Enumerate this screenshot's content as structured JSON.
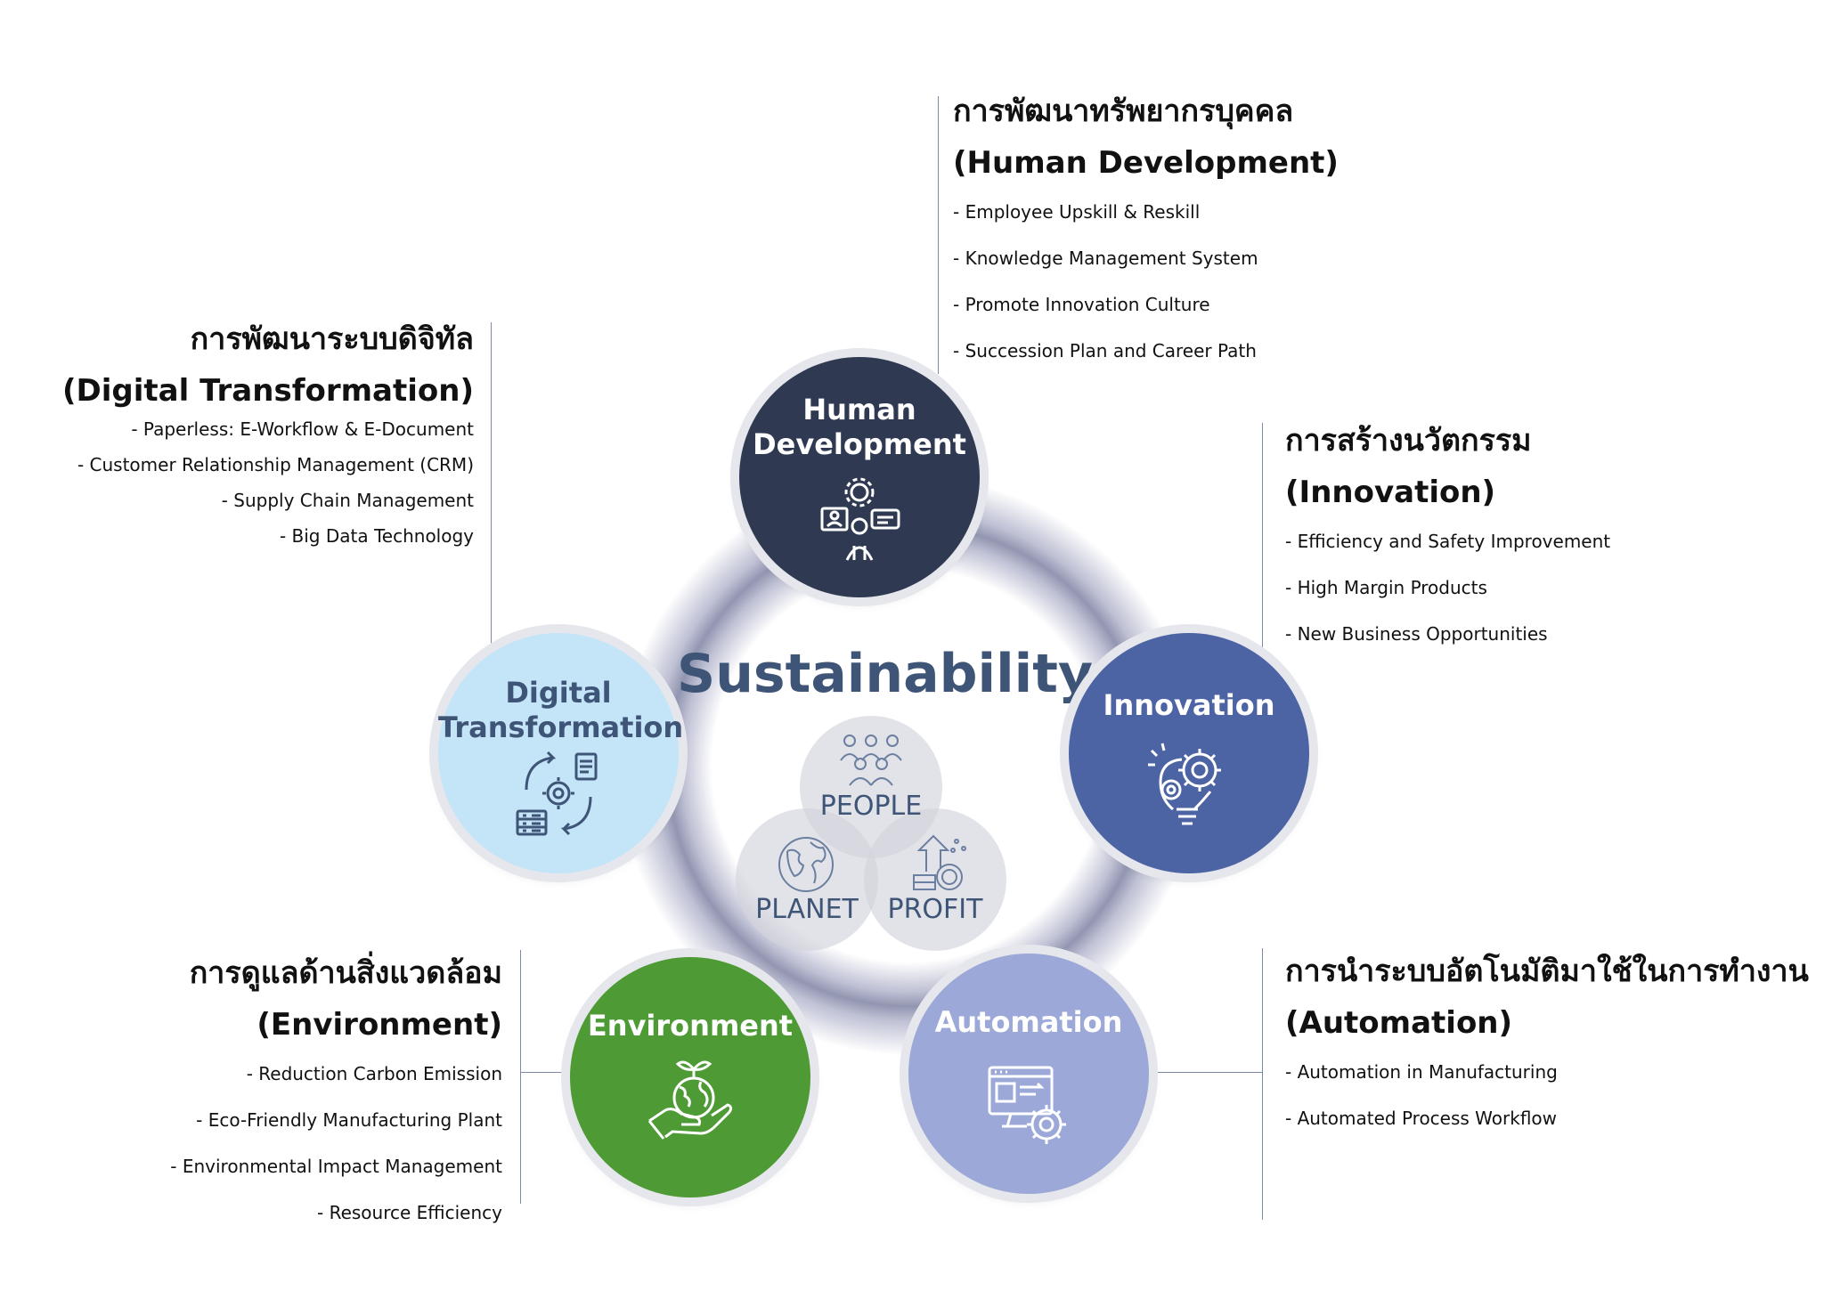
{
  "center": {
    "title": "Sustainability",
    "people": "PEOPLE",
    "planet": "PLANET",
    "profit": "PROFIT"
  },
  "colors": {
    "human": "#2f3a52",
    "innovation": "#4d64a4",
    "automation": "#9ca9d8",
    "environment": "#4e9a35",
    "digital": "#c4e4f7",
    "center_text": "#3f5578"
  },
  "nodes": {
    "human": {
      "title_line1": "Human",
      "title_line2": "Development",
      "icon": "teamwork-icon",
      "heading_th": "การพัฒนาทรัพยากรบุคคล",
      "heading_en": "(Human Development)",
      "items": [
        "- Employee Upskill & Reskill",
        "- Knowledge Management System",
        "- Promote Innovation Culture",
        "- Succession Plan and Career Path"
      ]
    },
    "innovation": {
      "title": "Innovation",
      "icon": "lightbulb-gear-icon",
      "heading_th": "การสร้างนวัตกรรม",
      "heading_en": "(Innovation)",
      "items": [
        "- Efficiency and Safety Improvement",
        "- High Margin Products",
        "- New Business Opportunities"
      ]
    },
    "automation": {
      "title": "Automation",
      "icon": "monitor-gear-icon",
      "heading_th": "การนำระบบอัตโนมัติมาใช้ในการทำงาน",
      "heading_en": "(Automation)",
      "items": [
        "- Automation in Manufacturing",
        "- Automated Process Workflow"
      ]
    },
    "environment": {
      "title": "Environment",
      "icon": "hand-globe-icon",
      "heading_th": "การดูแลด้านสิ่งแวดล้อม",
      "heading_en": "(Environment)",
      "items": [
        "- Reduction Carbon Emission",
        "- Eco-Friendly Manufacturing Plant",
        "- Environmental Impact Management",
        "- Resource Efficiency"
      ]
    },
    "digital": {
      "title_line1": "Digital",
      "title_line2": "Transformation",
      "icon": "digital-cycle-icon",
      "heading_th": "การพัฒนาระบบดิจิทัล",
      "heading_en": "(Digital Transformation)",
      "items": [
        "- Paperless: E-Workflow & E-Document",
        "- Customer Relationship Management (CRM)",
        "- Supply Chain Management",
        "- Big Data Technology"
      ]
    }
  }
}
